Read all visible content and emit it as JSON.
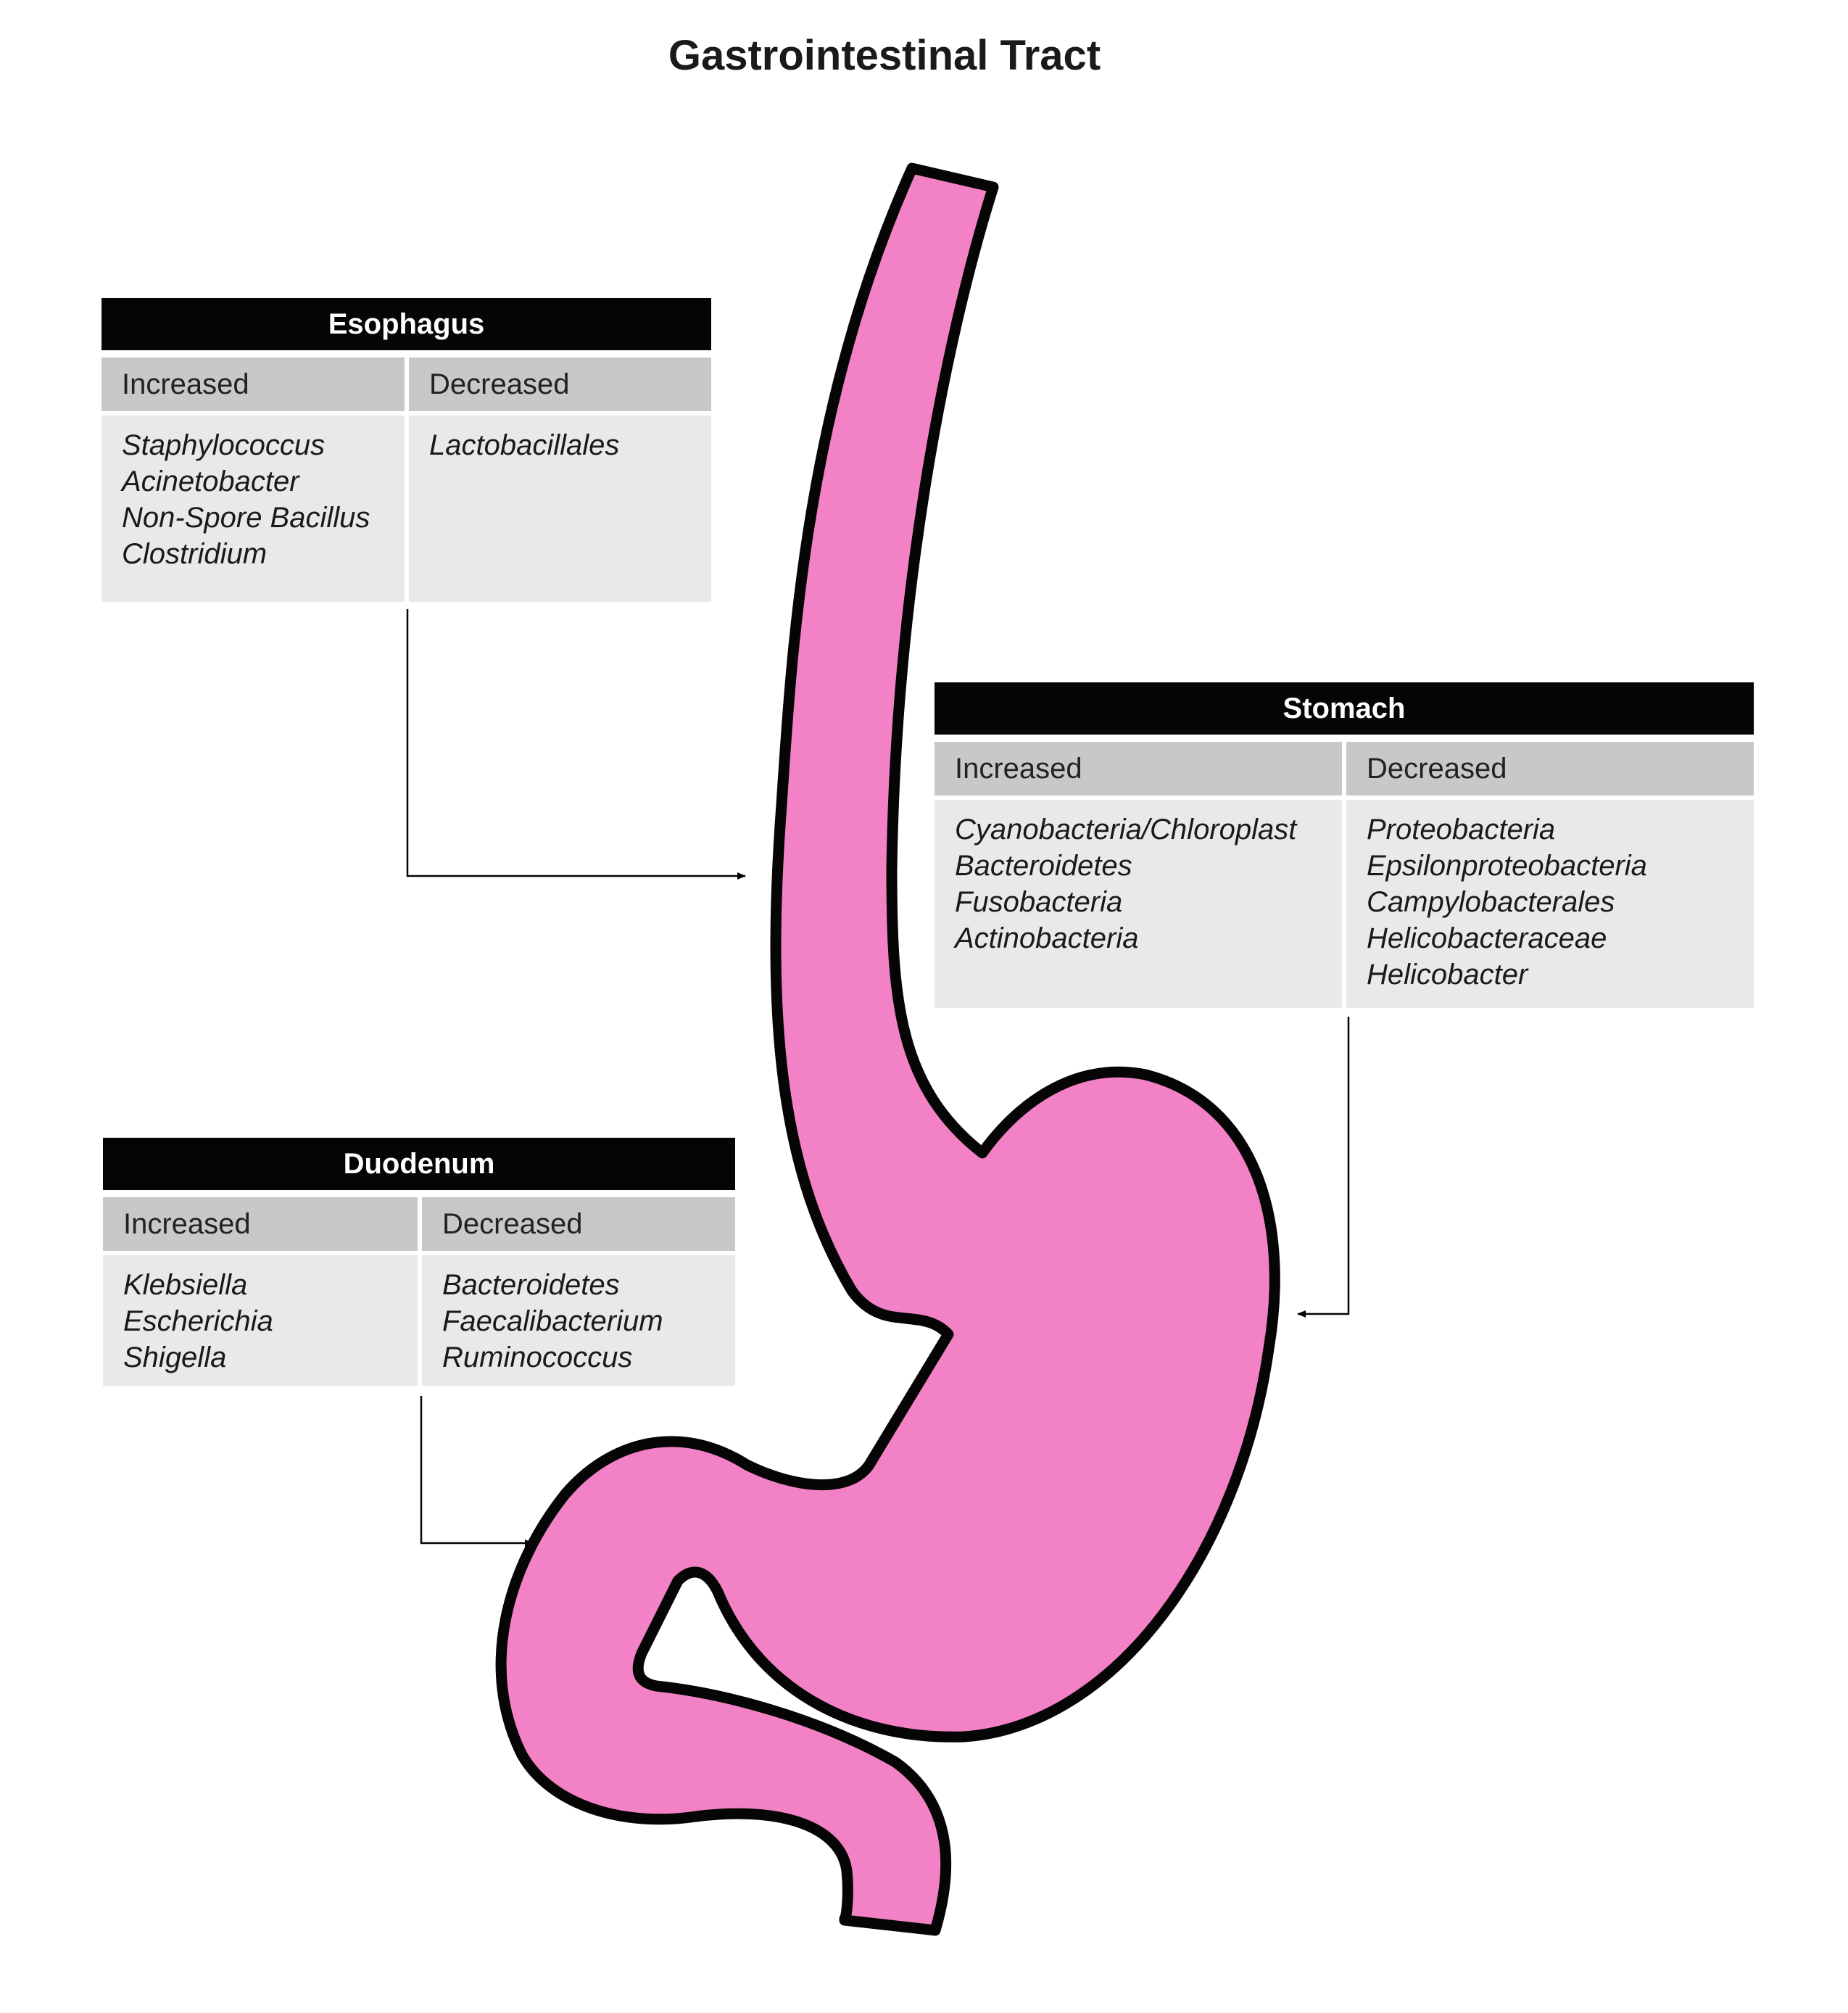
{
  "title": "Gastrointestinal Tract",
  "colors": {
    "organ_fill": "#f381c5",
    "outline": "#050505",
    "header_bg": "#050505",
    "subheader_bg": "#c8c8c8",
    "body_bg": "#e9e9e9"
  },
  "tables": {
    "esophagus": {
      "name": "Esophagus",
      "increased_label": "Increased",
      "decreased_label": "Decreased",
      "increased": [
        "Staphylococcus",
        "Acinetobacter",
        "Non-Spore Bacillus",
        "Clostridium"
      ],
      "decreased": [
        "Lactobacillales"
      ]
    },
    "stomach": {
      "name": "Stomach",
      "increased_label": "Increased",
      "decreased_label": "Decreased",
      "increased": [
        "Cyanobacteria/Chloroplast",
        "Bacteroidetes",
        "Fusobacteria",
        "Actinobacteria"
      ],
      "decreased": [
        "Proteobacteria",
        "Epsilonproteobacteria",
        "Campylobacterales",
        "Helicobacteraceae",
        "Helicobacter"
      ]
    },
    "duodenum": {
      "name": "Duodenum",
      "increased_label": "Increased",
      "decreased_label": "Decreased",
      "increased": [
        "Klebsiella",
        "Escherichia",
        "Shigella"
      ],
      "decreased": [
        "Bacteroidetes",
        "Faecalibacterium",
        "Ruminococcus"
      ]
    }
  }
}
